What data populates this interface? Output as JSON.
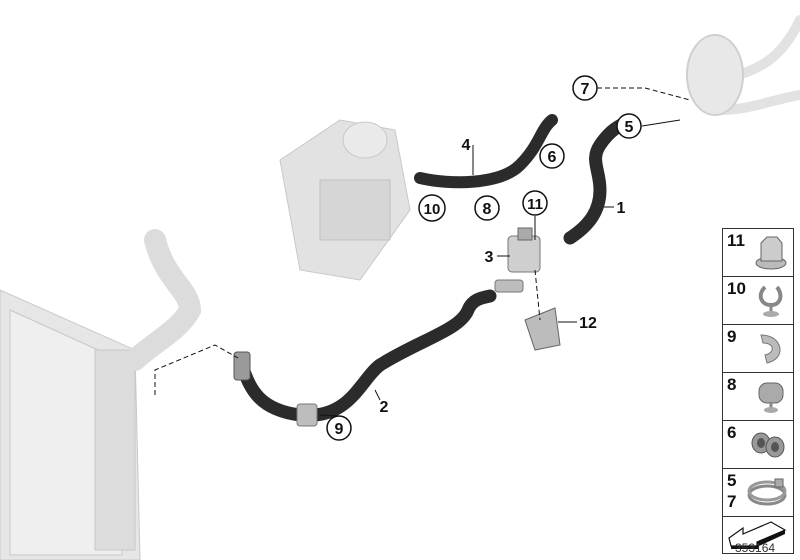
{
  "diagram": {
    "callouts_circled": [
      "7",
      "5",
      "6",
      "10",
      "8",
      "11",
      "9"
    ],
    "callouts_plain": [
      "4",
      "1",
      "3",
      "12",
      "2"
    ],
    "legend": [
      {
        "label": "11",
        "icon": "nut-icon"
      },
      {
        "label": "10",
        "icon": "hose-clip-icon"
      },
      {
        "label": "9",
        "icon": "bracket-icon"
      },
      {
        "label": "8",
        "icon": "hose-clip-with-pin-icon"
      },
      {
        "label": "6",
        "icon": "double-hose-clip-icon"
      },
      {
        "label": "5",
        "label2": "7",
        "icon": "hose-clamp-icon"
      },
      {
        "icon": "arrow-down-left-icon"
      }
    ],
    "document_number": "353164",
    "colors": {
      "hose": "#2b2b2b",
      "component": "#d8d8d8",
      "line": "#111111"
    }
  }
}
